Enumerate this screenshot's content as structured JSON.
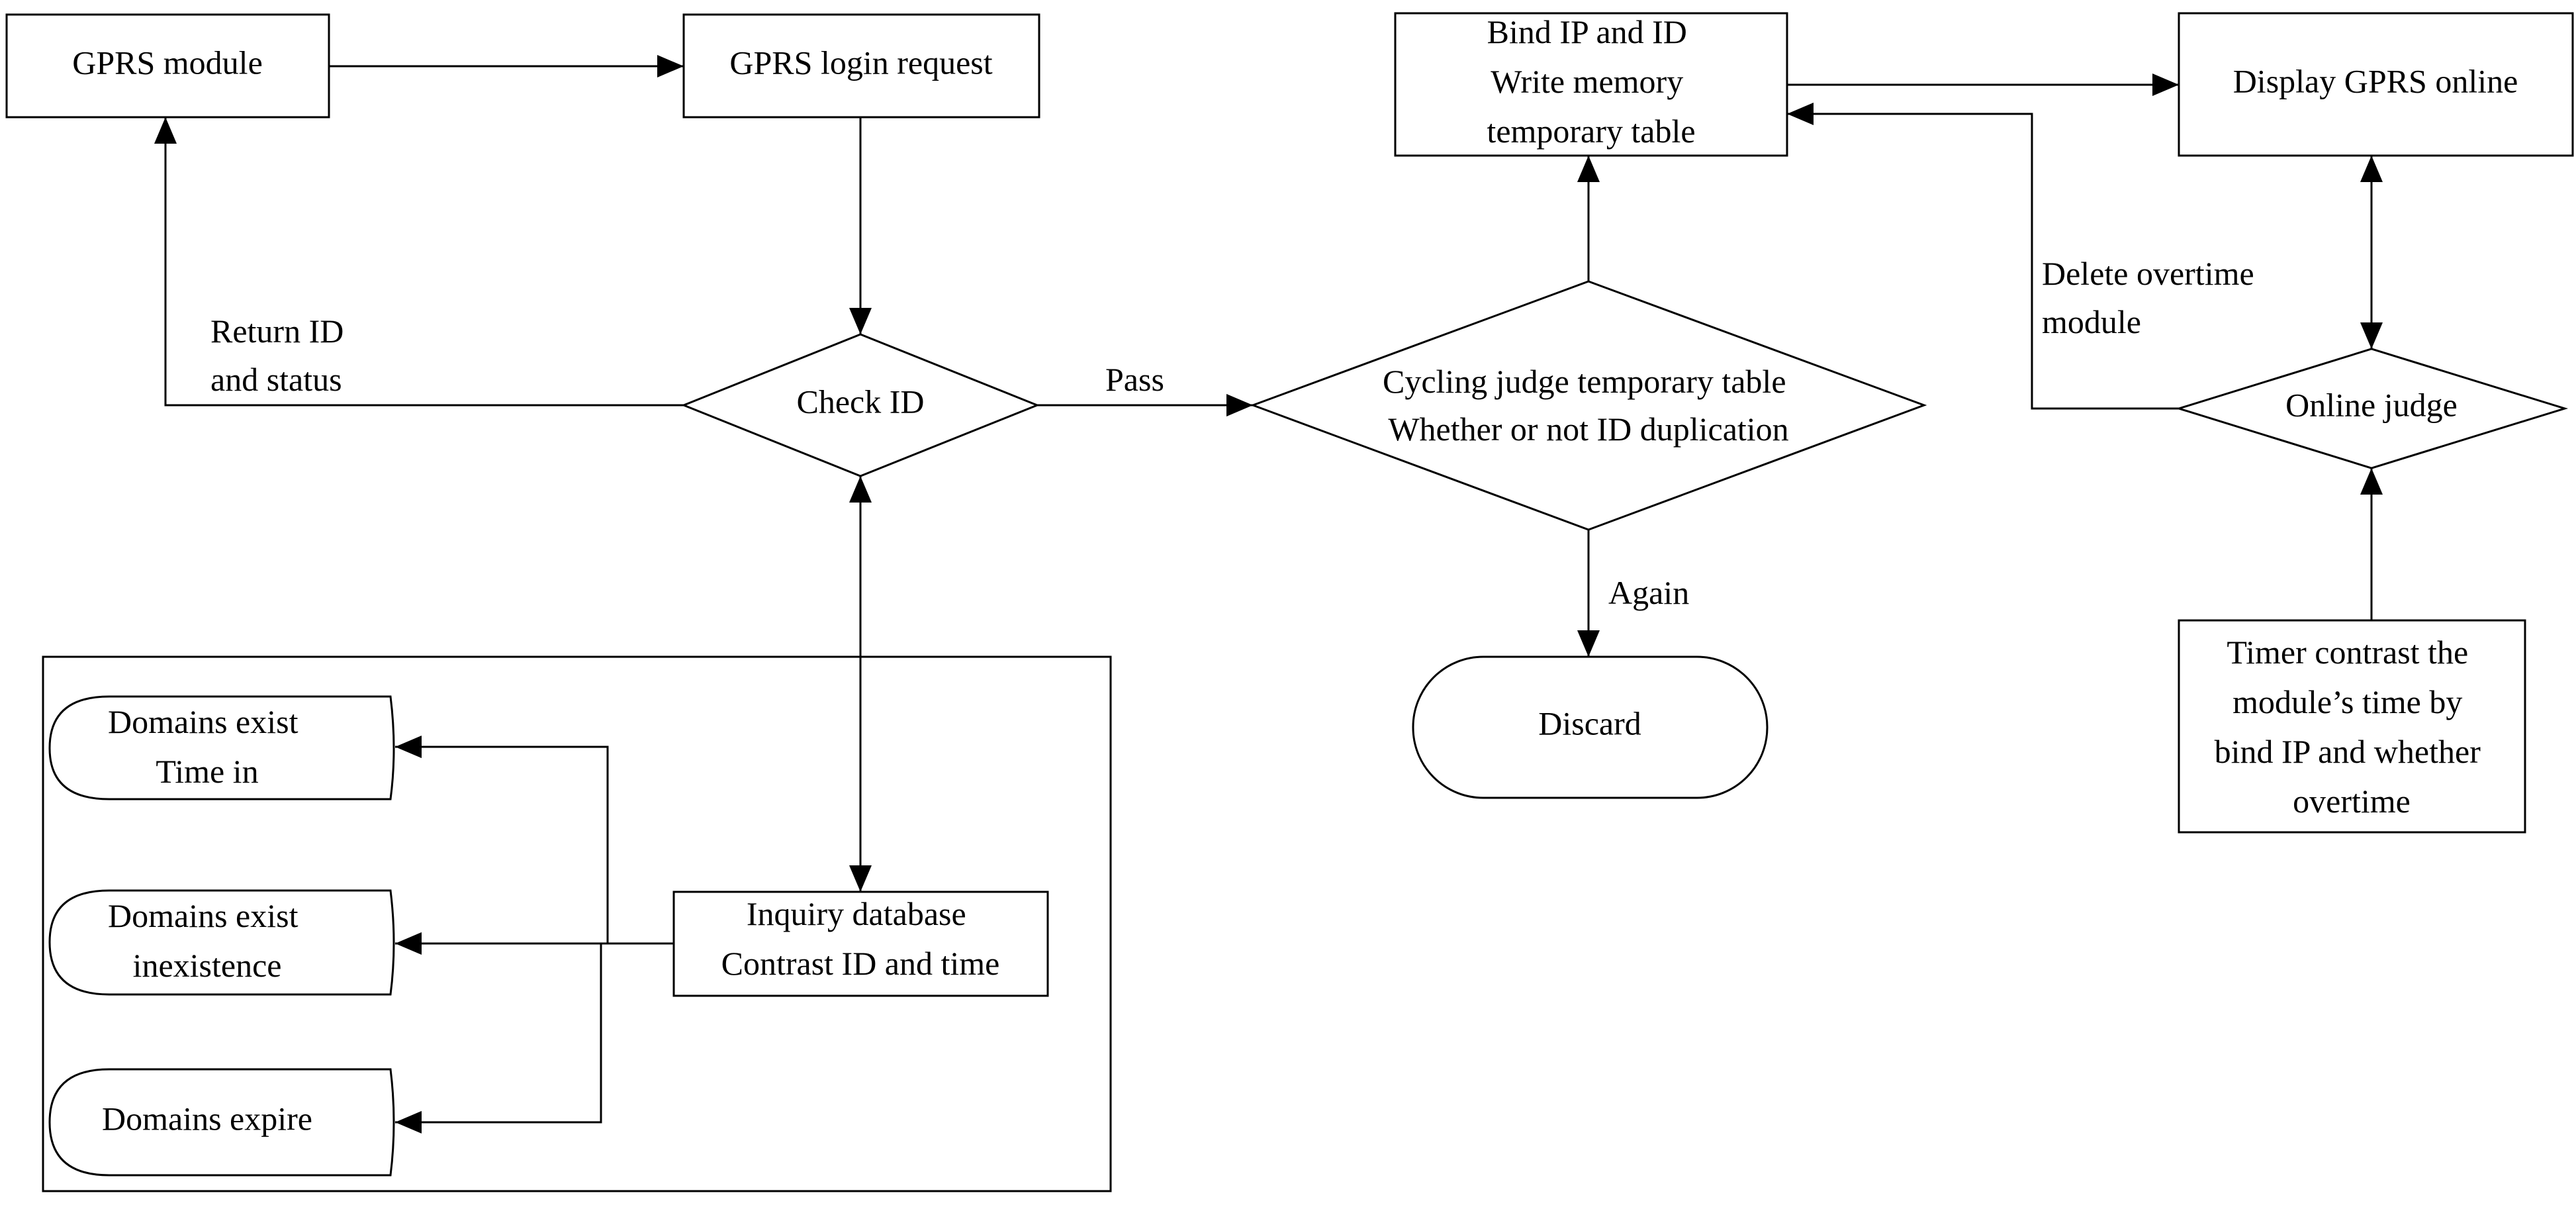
{
  "nodes": {
    "gprs_module": "GPRS module",
    "gprs_login_request": "GPRS login request",
    "bind_ip_id": [
      "Bind IP and ID",
      "Write memory",
      "temporary table"
    ],
    "display_gprs_online": "Display GPRS online",
    "check_id": "Check ID",
    "cycling_judge": [
      "Cycling judge temporary table",
      "Whether or not ID duplication"
    ],
    "online_judge": "Online judge",
    "discard": "Discard",
    "timer_contrast": [
      "Timer contrast the",
      "module’s time by",
      "bind IP and whether",
      "overtime"
    ],
    "inquiry_database": [
      "Inquiry database",
      "Contrast ID and time"
    ],
    "domains_exist_time_in": [
      "Domains exist",
      "Time in"
    ],
    "domains_exist_inexistence": [
      "Domains exist",
      "inexistence"
    ],
    "domains_expire": "Domains expire"
  },
  "edge_labels": {
    "return_id_status": [
      "Return ID",
      "and status"
    ],
    "pass": "Pass",
    "again": "Again",
    "delete_overtime": [
      "Delete overtime",
      "module"
    ]
  }
}
